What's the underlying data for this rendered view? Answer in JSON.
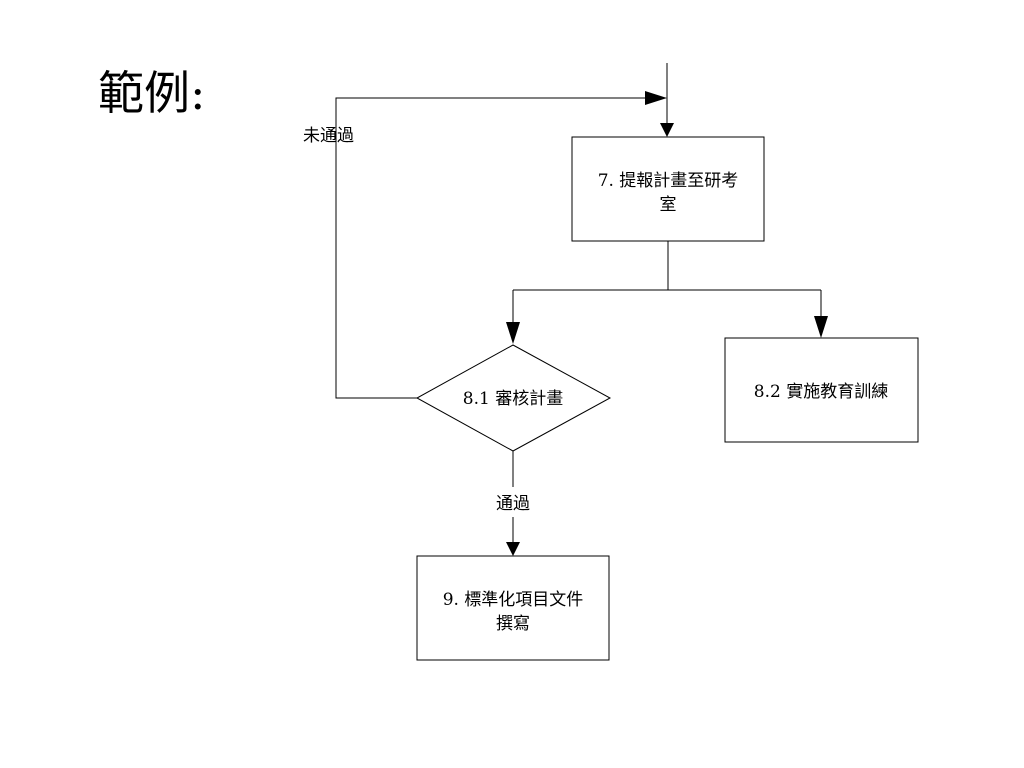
{
  "slide": {
    "title": "範例:"
  },
  "nodes": {
    "step7": {
      "line1": "7. 提報計畫至研考",
      "line2": "室"
    },
    "step8_1": {
      "label": "8.1 審核計畫"
    },
    "step8_2": {
      "label": "8.2 實施教育訓練"
    },
    "step9": {
      "line1": "9. 標準化項目文件",
      "line2": "撰寫"
    }
  },
  "edges": {
    "fail_label": "未通過",
    "pass_label": "通過"
  }
}
